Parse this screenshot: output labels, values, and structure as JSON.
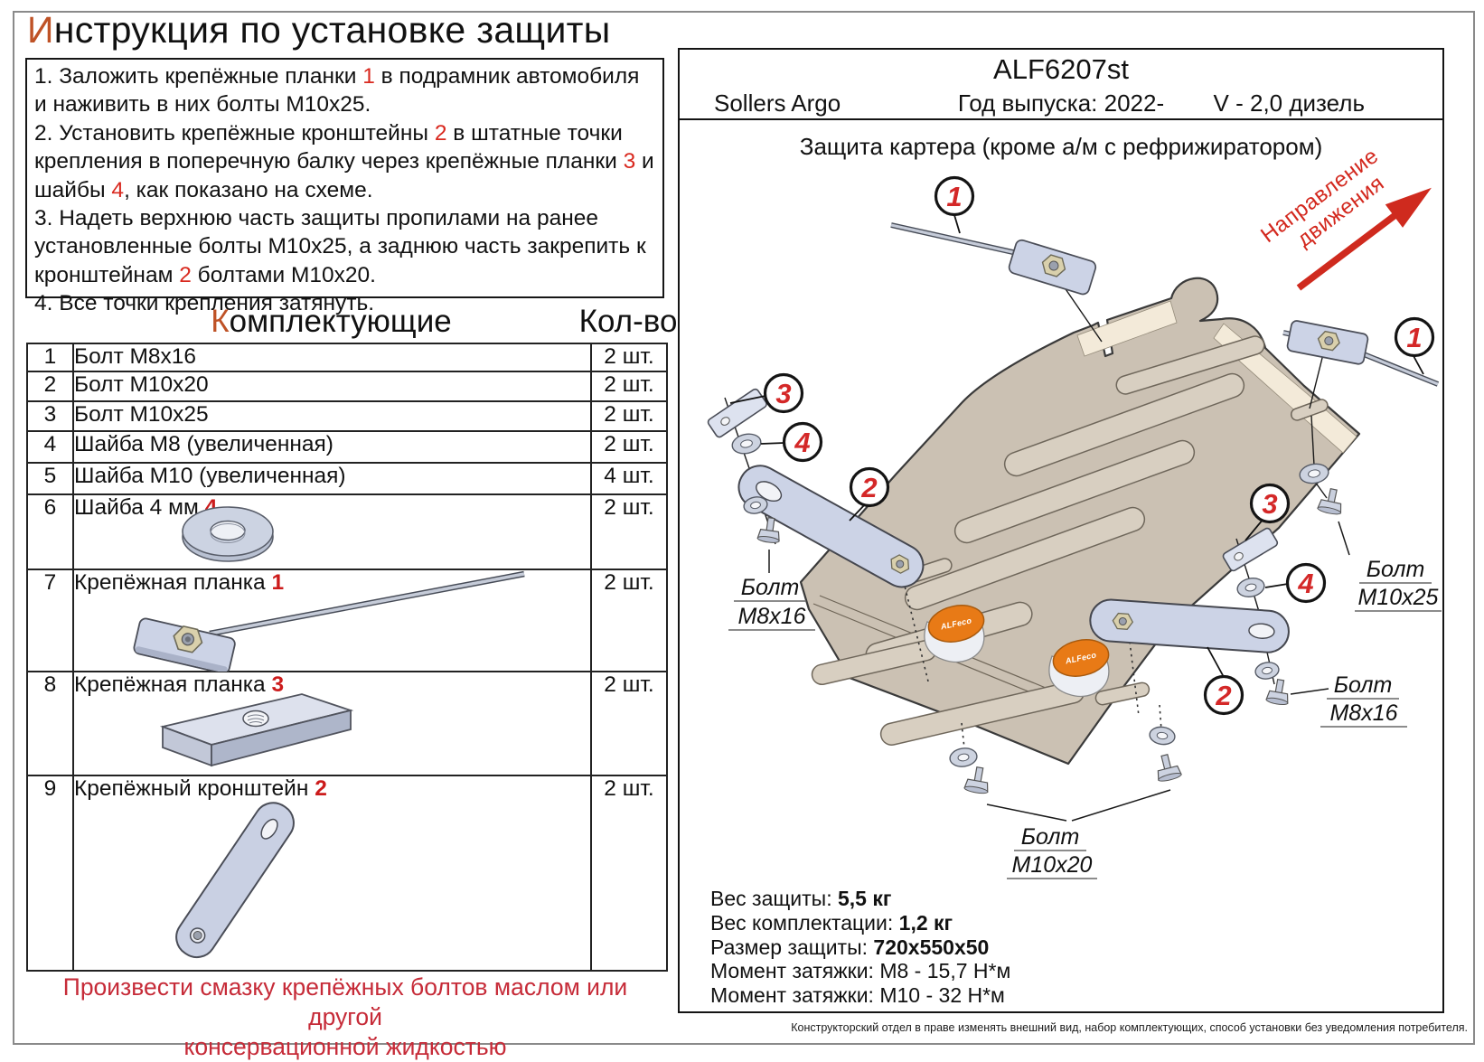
{
  "page": {
    "title_first": "И",
    "title_rest": "нструкция по установке защиты",
    "instructions": [
      [
        {
          "t": "1. Заложить крепёжные планки "
        },
        {
          "t": "1",
          "red": 1
        },
        {
          "t": " в подрамник автомобиля и наживить в них болты М10х25."
        }
      ],
      [
        {
          "t": "2. Установить крепёжные кронштейны "
        },
        {
          "t": "2",
          "red": 1
        },
        {
          "t": " в штатные точки крепления в поперечную балку через крепёжные планки "
        },
        {
          "t": "3",
          "red": 1
        },
        {
          "t": " и шайбы "
        },
        {
          "t": "4",
          "red": 1
        },
        {
          "t": ", как показано на схеме."
        }
      ],
      [
        {
          "t": "3. Надеть верхнюю часть защиты пропилами на ранее установленные болты М10х25, а заднюю часть закрепить к кронштейнам "
        },
        {
          "t": "2",
          "red": 1
        },
        {
          "t": " болтами М10х20."
        }
      ],
      [
        {
          "t": "4. Все точки крепления затянуть."
        }
      ]
    ],
    "parts_table": {
      "header_name_first": "К",
      "header_name_rest": "омплектующие",
      "header_qty": "Кол-во",
      "rows": [
        {
          "num": "1",
          "name": "Болт М8х16",
          "qty": "2 шт."
        },
        {
          "num": "2",
          "name": "Болт М10х20",
          "qty": "2 шт."
        },
        {
          "num": "3",
          "name": "Болт М10х25",
          "qty": "2 шт."
        },
        {
          "num": "4",
          "name": "Шайба М8 (увеличенная)",
          "qty": "2 шт."
        },
        {
          "num": "5",
          "name": "Шайба М10 (увеличенная)",
          "qty": "4 шт."
        },
        {
          "num": "6",
          "name": "Шайба 4 мм ",
          "ref": "4",
          "qty": "2 шт.",
          "image": "washer"
        },
        {
          "num": "7",
          "name": "Крепёжная планка ",
          "ref": "1",
          "qty": "2 шт.",
          "image": "strip-with-rod"
        },
        {
          "num": "8",
          "name": "Крепёжная планка ",
          "ref": "3",
          "qty": "2 шт.",
          "image": "bar-plate"
        },
        {
          "num": "9",
          "name": "Крепёжный кронштейн ",
          "ref": "2",
          "qty": "2 шт.",
          "image": "bracket"
        }
      ]
    },
    "note_line1": "Произвести смазку крепёжных болтов маслом или другой",
    "note_line2": "консервационной жидкостью"
  },
  "panel": {
    "part_number": "ALF6207st",
    "vehicle": "Sollers Argo",
    "year": "Год выпуска: 2022-",
    "engine": "V - 2,0 дизель",
    "diagram_title": "Защита картера (кроме а/м с рефрижиратором)",
    "direction_line1": "Направление",
    "direction_line2": "движения",
    "logo_text": "ALFeco",
    "callouts": [
      "1",
      "1",
      "3",
      "4",
      "2",
      "3",
      "4",
      "2"
    ],
    "labels": {
      "bolt_m8x16_left": [
        "Болт",
        "М8х16"
      ],
      "bolt_m10x25": [
        "Болт",
        "М10х25"
      ],
      "bolt_m8x16_right": [
        "Болт",
        "М8х16"
      ],
      "bolt_m10x20": [
        "Болт",
        "М10х20"
      ]
    },
    "specs": [
      {
        "label": "Вес защиты: ",
        "value": "5,5 кг",
        "bold": true
      },
      {
        "label": "Вес комплектации: ",
        "value": "1,2 кг",
        "bold": true
      },
      {
        "label": "Размер защиты: ",
        "value": "720х550х50",
        "bold": true
      },
      {
        "label": "Момент затяжки: ",
        "value": "М8 - 15,7 Н*м",
        "bold": false
      },
      {
        "label": "Момент затяжки: ",
        "value": "М10 - 32 Н*м",
        "bold": false
      }
    ],
    "footer": "Конструкторский отдел в праве изменять внешний вид, набор комплектующих, способ установки без уведомления потребителя."
  },
  "colors": {
    "accent_letter": "#bf5226",
    "ref_red": "#cc1b1b",
    "note_red": "#c62b38",
    "callout_red": "#d42828",
    "direction_red": "#d3281e",
    "plate": "#cbc1b3",
    "plate_band": "#f3ead9",
    "metal_blue": "#ccd3e6",
    "orange_plug": "#e87a16"
  }
}
